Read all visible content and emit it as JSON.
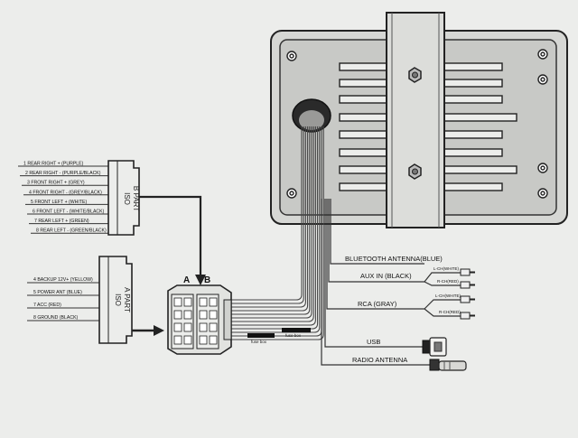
{
  "iso_b": {
    "label_line1": "ISO",
    "label_line2": "B  PART",
    "wires": [
      "1 REAR RIGHT + (PURPLE)",
      "2 REAR RIGHT - (PURPLE/BLACK)",
      "3 FRONT RIGHT + (GREY)",
      "4 FRONT RIGHT - (GREY/BLACK)",
      "5 FRONT LEFT + (WHITE)",
      "6 FRONT LEFT - (WHITE/BLACK)",
      "7 REAR LEFT + (GREEN)",
      "8 REAR LEFT - (GREEN/BLACK)"
    ]
  },
  "iso_a": {
    "label_line1": "ISO",
    "label_line2": "A  PART",
    "wires": [
      "4 BACKUP 12V+ (YELLOW)",
      "5 POWER ANT (BLUE)",
      "7 ACC (RED)",
      "8 GROUND (BLACK)"
    ]
  },
  "connector": {
    "label_a": "A",
    "label_b": "B"
  },
  "fuse_labels": [
    "fuse box",
    "fuse box"
  ],
  "outputs": {
    "bluetooth": "BLUETOOTH ANTENNA(BLUE)",
    "aux": "AUX IN (BLACK)",
    "aux_l": "L-CH(WHITE)",
    "aux_r": "R-CH(RED)",
    "rca": "RCA (GRAY)",
    "rca_l": "L-CH(WHITE)",
    "rca_r": "R-CH(RED)",
    "usb": "USB",
    "radio": "RADIO ANTENNA"
  }
}
